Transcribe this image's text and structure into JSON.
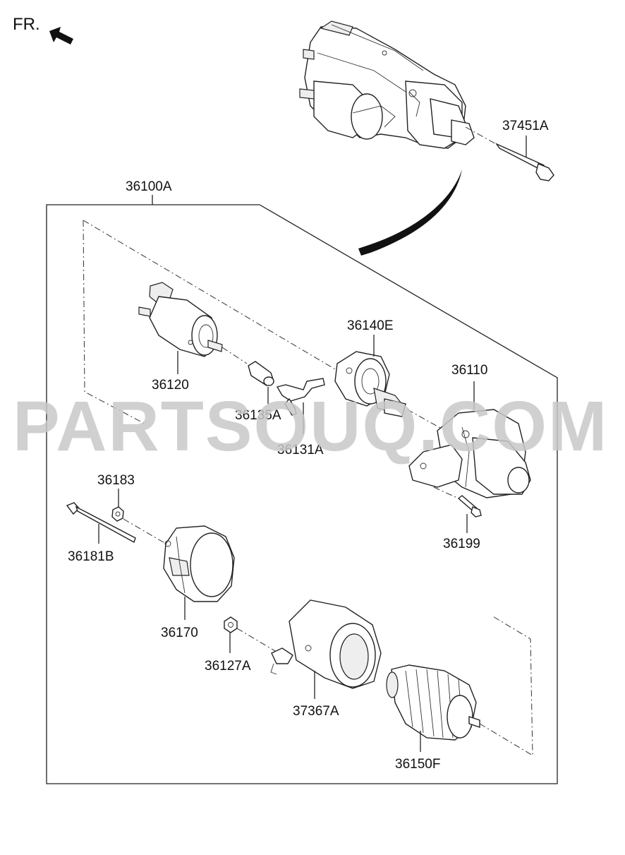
{
  "header": {
    "orientation_label": "FR."
  },
  "watermark": "PARTSOUQ.COM",
  "parts": {
    "p37451A": "37451A",
    "p36100A": "36100A",
    "p36140E": "36140E",
    "p36110": "36110",
    "p36120": "36120",
    "p36135A": "36135A",
    "p36131A": "36131A",
    "p36183": "36183",
    "p36181B": "36181B",
    "p36199": "36199",
    "p36170": "36170",
    "p36127A": "36127A",
    "p37367A": "37367A",
    "p36150F": "36150F"
  }
}
